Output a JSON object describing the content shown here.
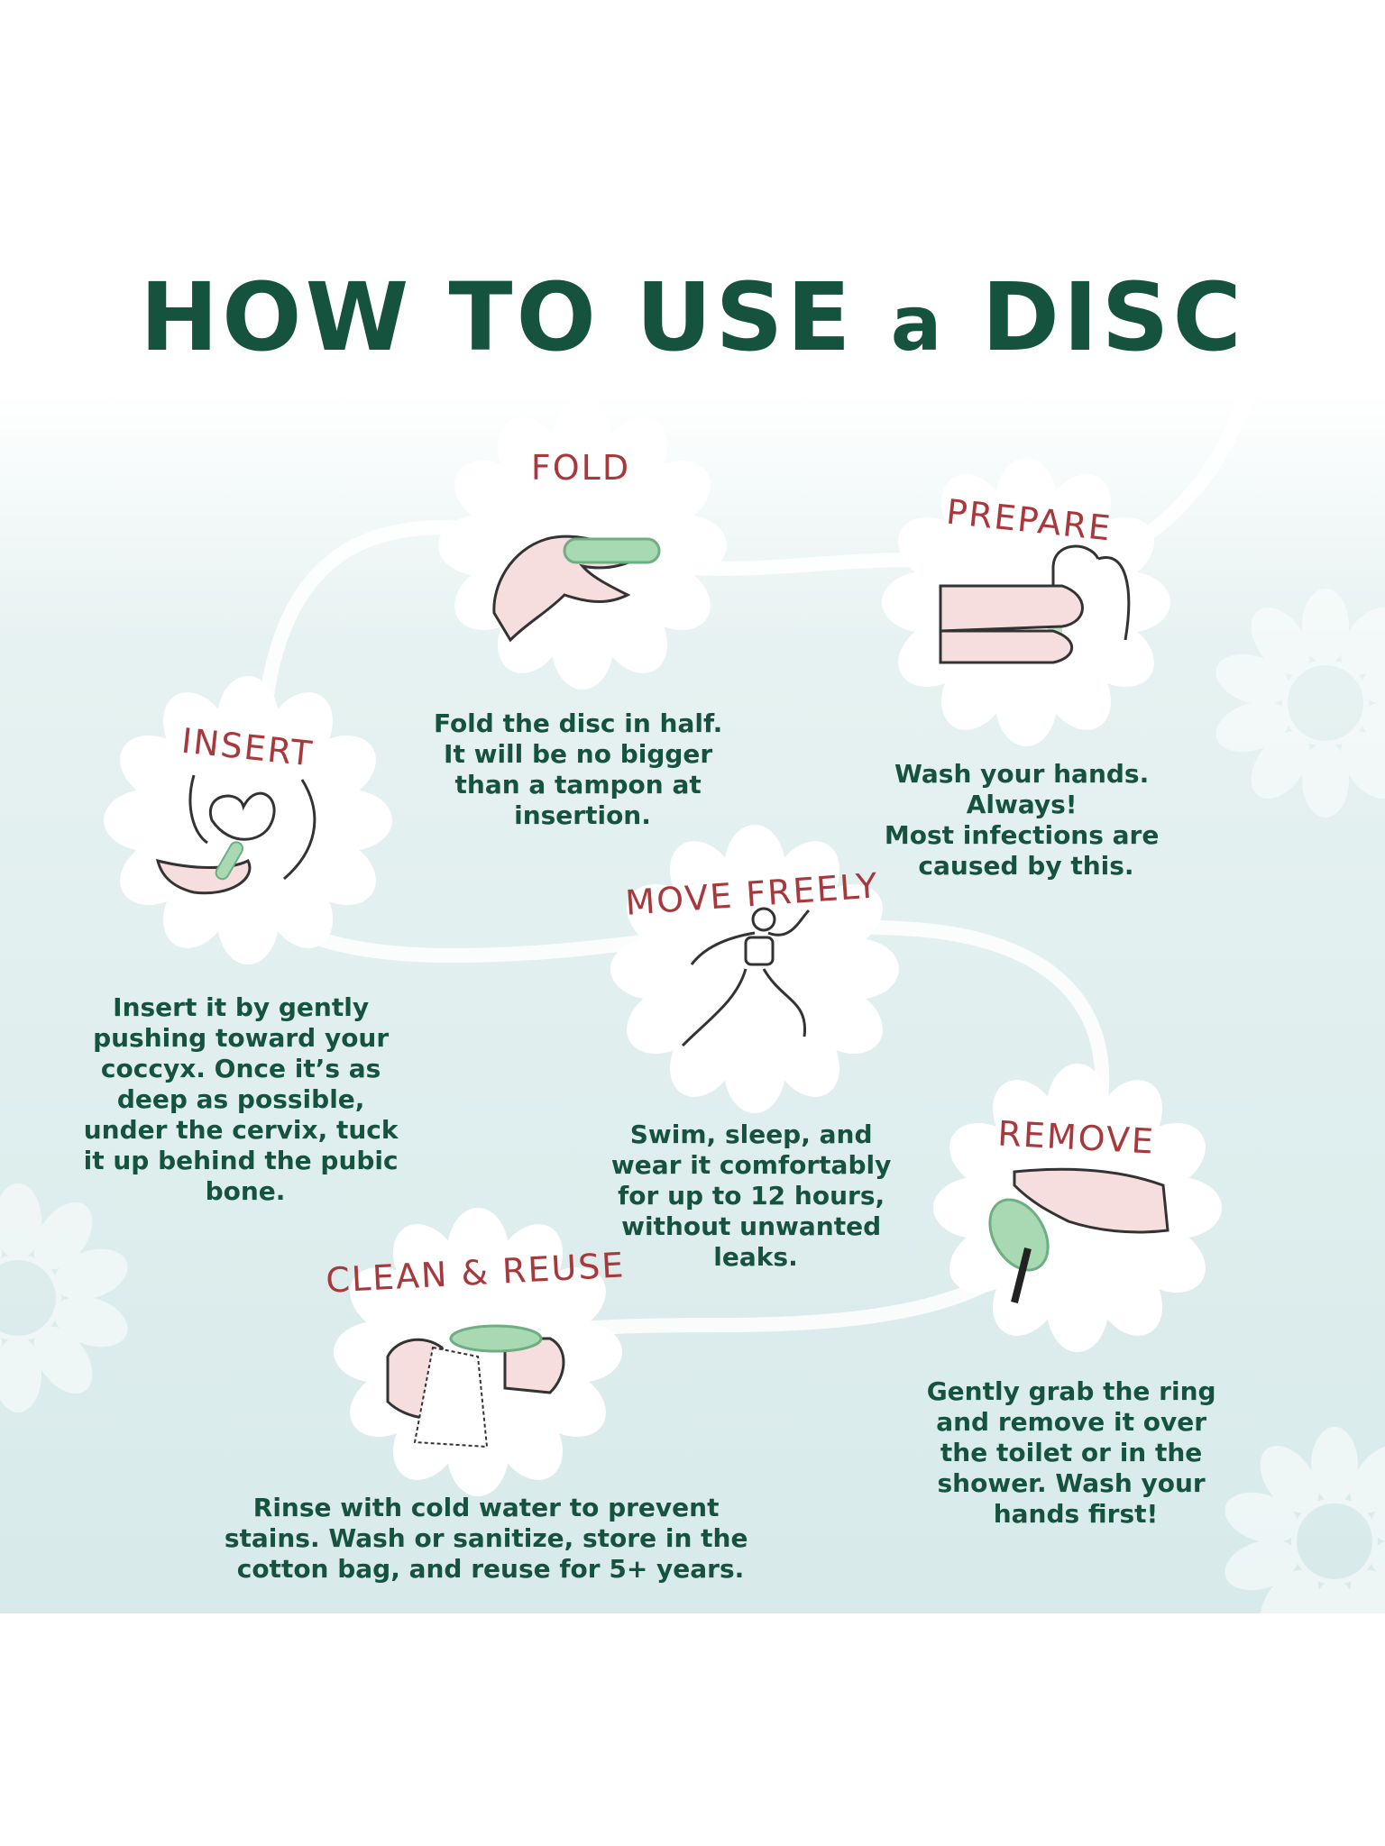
{
  "title": {
    "main": "HOW TO USE",
    "lower": "a",
    "end": "DISC"
  },
  "colors": {
    "heading": "#16533f",
    "label": "#a8383c",
    "band": "#dcecec",
    "disc_green": "#a9d9b2",
    "skin": "#f7dede"
  },
  "steps": [
    {
      "id": "fold",
      "label": "FOLD",
      "icon": "folded-disc-hand-icon",
      "text": "Fold the disc in half.\nIt will be no bigger\nthan a tampon at\ninsertion."
    },
    {
      "id": "prepare",
      "label": "PREPARE",
      "icon": "hand-washing-icon",
      "text": "Wash your hands.\nAlways!\nMost infections are\ncaused by this."
    },
    {
      "id": "insert",
      "label": "INSERT",
      "icon": "insertion-anatomy-icon",
      "text": "Insert it by gently\npushing toward your\ncoccyx. Once it’s as\ndeep as possible,\nunder the cervix, tuck\nit up behind the pubic\nbone."
    },
    {
      "id": "move",
      "label": "MOVE FREELY",
      "icon": "running-woman-icon",
      "text": "Swim, sleep, and\nwear it comfortably\nfor up to 12 hours,\nwithout unwanted\nleaks."
    },
    {
      "id": "remove",
      "label": "REMOVE",
      "icon": "remove-disc-hand-icon",
      "text": "Gently grab the ring\nand remove it over\nthe toilet or in the\nshower. Wash your\nhands first!"
    },
    {
      "id": "clean",
      "label": "CLEAN & REUSE",
      "icon": "rinse-disc-icon",
      "text": "Rinse with cold water to prevent\nstains. Wash or sanitize, store in the\ncotton bag, and reuse for 5+ years."
    }
  ]
}
